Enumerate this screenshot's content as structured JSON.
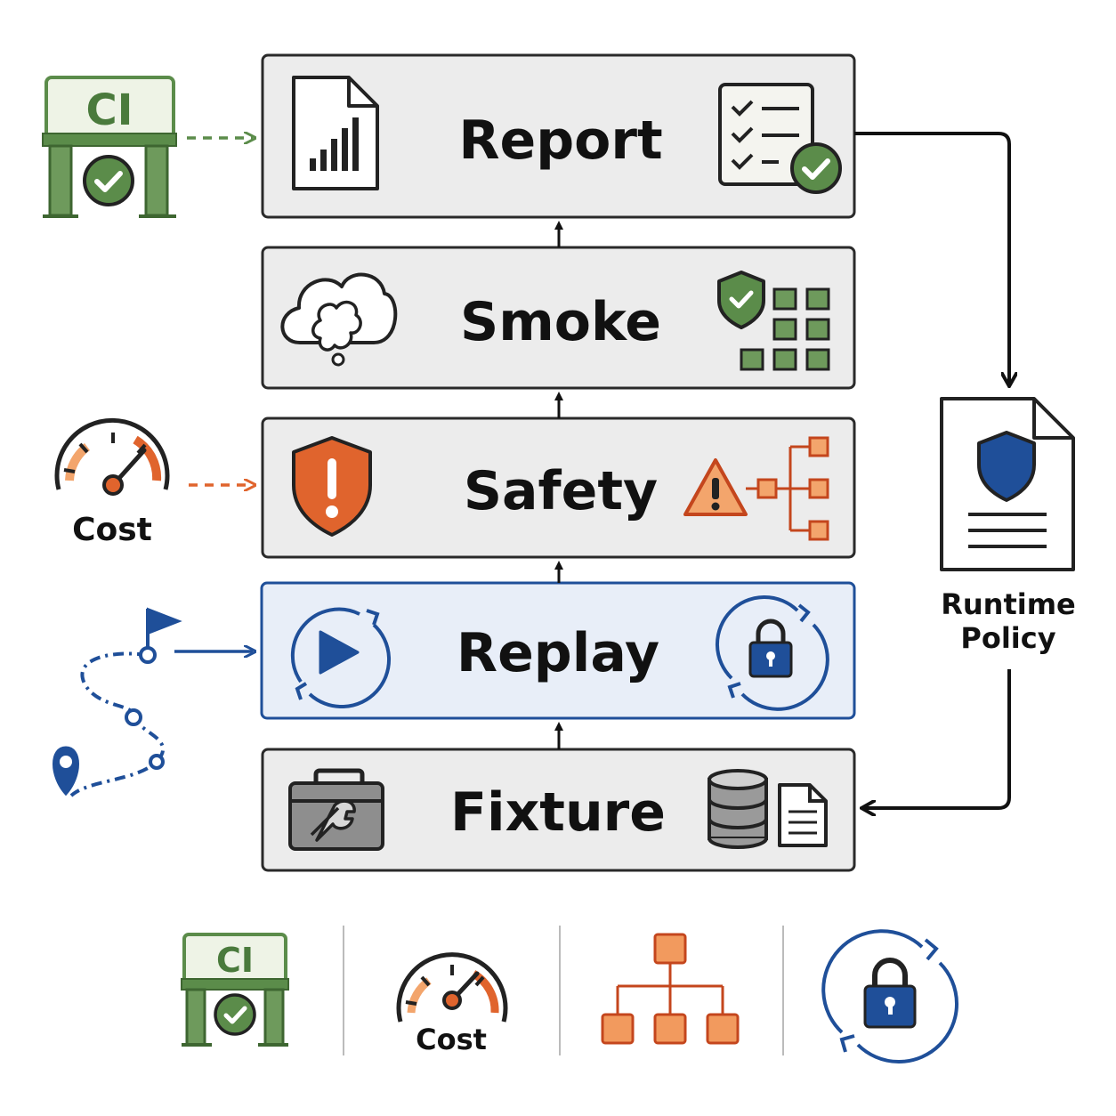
{
  "stages": [
    {
      "label": "Report"
    },
    {
      "label": "Smoke"
    },
    {
      "label": "Safety"
    },
    {
      "label": "Replay"
    },
    {
      "label": "Fixture"
    }
  ],
  "side": {
    "ci_label": "CI",
    "cost_label": "Cost",
    "policy_line1": "Runtime",
    "policy_line2": "Policy"
  },
  "legend": {
    "ci_label": "CI",
    "cost_label": "Cost"
  },
  "colors": {
    "green": "#5b8c4a",
    "green_light": "#7aa868",
    "orange": "#e0642d",
    "orange_light": "#f3a56c",
    "blue": "#1f4f99",
    "blue_fill": "#e8eef8",
    "box_fill": "#ececec",
    "box_stroke": "#2a2a2a",
    "gray_icon": "#8e8e8e"
  },
  "icons": {
    "report_left": "bar-chart-document-icon",
    "report_right": "checklist-check-icon",
    "smoke_left": "smoke-cloud-icon",
    "smoke_right": "shield-grid-icon",
    "safety_left": "warning-shield-icon",
    "safety_right": "alert-tree-icon",
    "replay_left": "replay-play-icon",
    "replay_right": "sync-lock-icon",
    "fixture_left": "toolbox-wrench-icon",
    "fixture_right": "database-document-icon",
    "policy": "policy-document-shield-icon",
    "route": "route-path-icon"
  }
}
